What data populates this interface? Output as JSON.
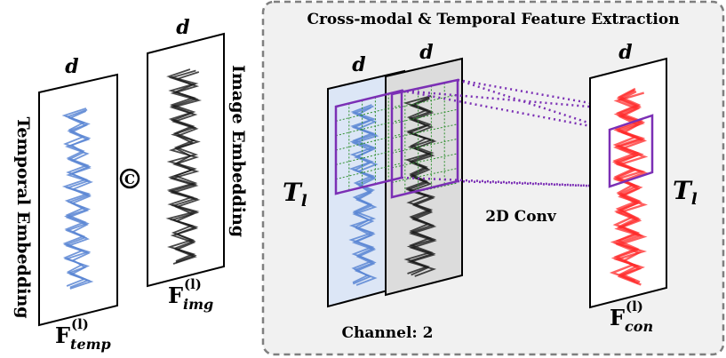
{
  "title": "Cross-modal & Temporal Feature Extraction",
  "labels": {
    "d": "d",
    "temporal_embedding": "Temporal Embedding",
    "image_embedding": "Image Embedding",
    "concat_symbol": "C",
    "t_base": "T",
    "t_sub": "l",
    "conv": "2D Conv",
    "channel": "Channel: 2",
    "f_base": "F",
    "f_sup": "(l)",
    "f_temp_sub": "temp",
    "f_img_sub": "img",
    "f_con_sub": "con"
  },
  "colors": {
    "temporal_line": "#5b86d4",
    "image_line": "#1a1a1a",
    "fused_line": "#ff2a2a",
    "purple": "#7b2fb5",
    "grid_green": "#2f8f2f",
    "panel_blue": "#dce6f6",
    "panel_gray": "#dcdcdc",
    "box_bg": "#f1f1f1"
  }
}
